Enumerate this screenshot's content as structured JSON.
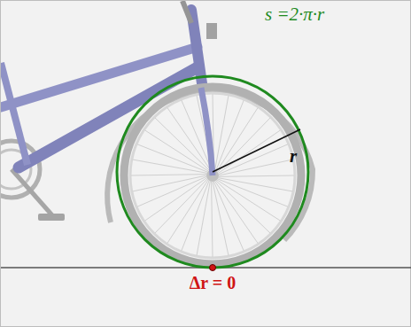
{
  "diagram": {
    "labels": [
      "s =2·π·r",
      "r",
      "Δr = 0"
    ]
  }
}
